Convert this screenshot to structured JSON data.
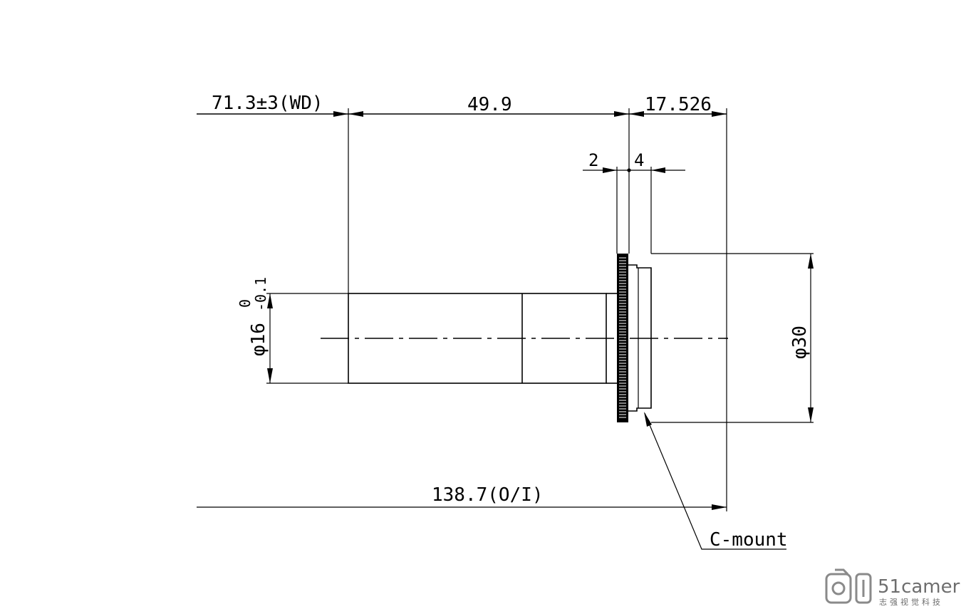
{
  "drawing": {
    "dims": {
      "wd": "71.3±3(WD)",
      "body_len": "49.9",
      "back": "17.526",
      "ring_a": "2",
      "ring_b": "4",
      "dia_small_main": "φ16",
      "dia_small_tol_upper": "0",
      "dia_small_tol_lower": "-0.1",
      "dia_large": "φ30",
      "oi": "138.7(O/I)"
    },
    "callout": "C-mount"
  },
  "watermark": {
    "brand": "51camera",
    "tagline": "志强视觉科技"
  }
}
